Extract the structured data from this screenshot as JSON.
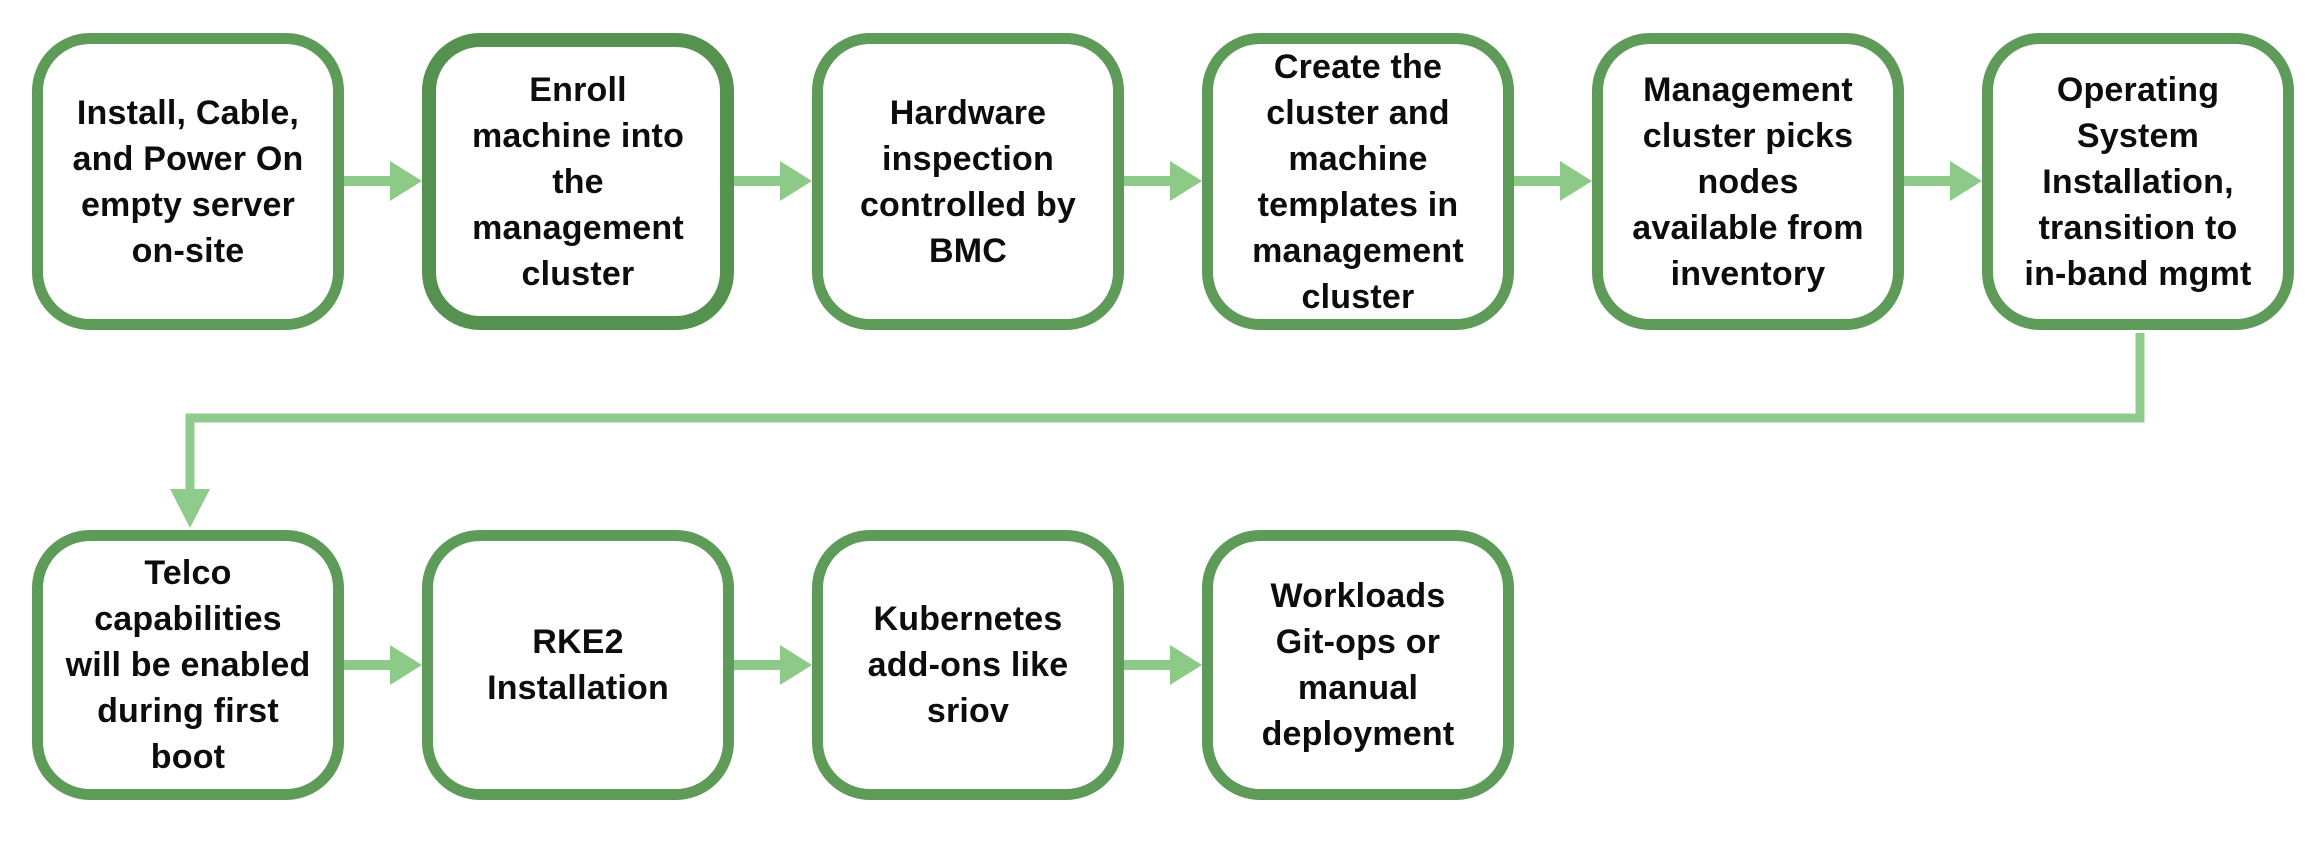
{
  "diagram": {
    "type": "flowchart",
    "colors": {
      "background": "#ffffff",
      "node_fill": "#ffffff",
      "node_border": "#5e9a58",
      "node_border_emphasis": "#55914f",
      "arrow": "#8dca88",
      "connector": "#8fcc8b",
      "text": "#0d0d0d"
    },
    "rows": [
      {
        "nodes": [
          {
            "id": "install-cable-power-on",
            "label": "Install, Cable,\nand Power On\nempty server\non-site"
          },
          {
            "id": "enroll-machine",
            "label": "Enroll\nmachine into\nthe\nmanagement\ncluster",
            "emphasized": true
          },
          {
            "id": "hardware-inspection",
            "label": "Hardware\ninspection\ncontrolled by\nBMC"
          },
          {
            "id": "create-cluster-templates",
            "label": "Create the\ncluster and\nmachine\ntemplates in\nmanagement\ncluster"
          },
          {
            "id": "management-cluster-picks-nodes",
            "label": "Management\ncluster picks\nnodes\navailable from\ninventory"
          },
          {
            "id": "os-installation",
            "label": "Operating\nSystem\nInstallation,\ntransition to\nin-band mgmt"
          }
        ]
      },
      {
        "nodes": [
          {
            "id": "telco-capabilities",
            "label": "Telco\ncapabilities\nwill be enabled\nduring first\nboot"
          },
          {
            "id": "rke2-installation",
            "label": "RKE2\nInstallation"
          },
          {
            "id": "kubernetes-addons",
            "label": "Kubernetes\nadd-ons like\nsriov"
          },
          {
            "id": "workloads-deployment",
            "label": "Workloads\nGit-ops or\nmanual\ndeployment"
          }
        ]
      }
    ],
    "edges": [
      {
        "from": "install-cable-power-on",
        "to": "enroll-machine"
      },
      {
        "from": "enroll-machine",
        "to": "hardware-inspection"
      },
      {
        "from": "hardware-inspection",
        "to": "create-cluster-templates"
      },
      {
        "from": "create-cluster-templates",
        "to": "management-cluster-picks-nodes"
      },
      {
        "from": "management-cluster-picks-nodes",
        "to": "os-installation"
      },
      {
        "from": "os-installation",
        "to": "telco-capabilities"
      },
      {
        "from": "telco-capabilities",
        "to": "rke2-installation"
      },
      {
        "from": "rke2-installation",
        "to": "kubernetes-addons"
      },
      {
        "from": "kubernetes-addons",
        "to": "workloads-deployment"
      }
    ]
  }
}
